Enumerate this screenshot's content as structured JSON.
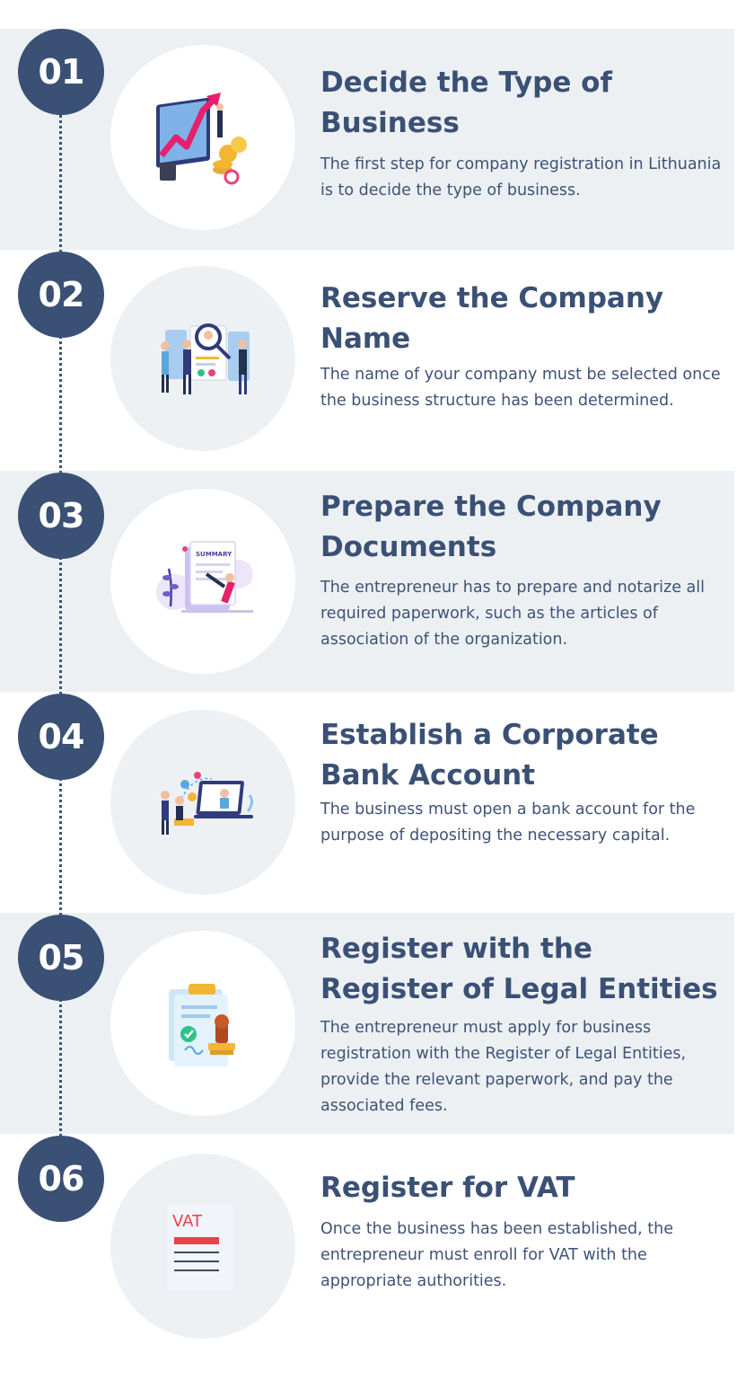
{
  "steps": [
    {
      "number": "01",
      "title": "Decide the Type of Business",
      "description": "The first step for company registration in Lithuania is to decide the type of business.",
      "icon": "business-growth-chart-icon"
    },
    {
      "number": "02",
      "title": "Reserve the Company Name",
      "description": "The name of your company must be selected once the business structure has been determined.",
      "icon": "name-search-team-icon"
    },
    {
      "number": "03",
      "title": "Prepare the Company Documents",
      "description": "The entrepreneur has to prepare and notarize all required paperwork, such as the articles of association of the organization.",
      "icon": "summary-document-icon",
      "icon_label": "SUMMARY"
    },
    {
      "number": "04",
      "title": "Establish a Corporate Bank Account",
      "description": "The business must open a bank account for the purpose of depositing the necessary capital.",
      "icon": "online-banking-icon"
    },
    {
      "number": "05",
      "title": "Register with the Register of Legal Entities",
      "description": "The entrepreneur must apply for business registration with the Register of Legal Entities, provide the relevant paperwork, and pay the associated fees.",
      "icon": "stamp-clipboard-icon"
    },
    {
      "number": "06",
      "title": "Register for VAT",
      "description": "Once the business has been established, the entrepreneur must enroll for VAT with the appropriate authorities.",
      "icon": "vat-document-icon",
      "icon_label": "VAT"
    }
  ],
  "colors": {
    "accent": "#3a5075",
    "band": "#ecf0f3",
    "vat_red": "#e8424a"
  }
}
